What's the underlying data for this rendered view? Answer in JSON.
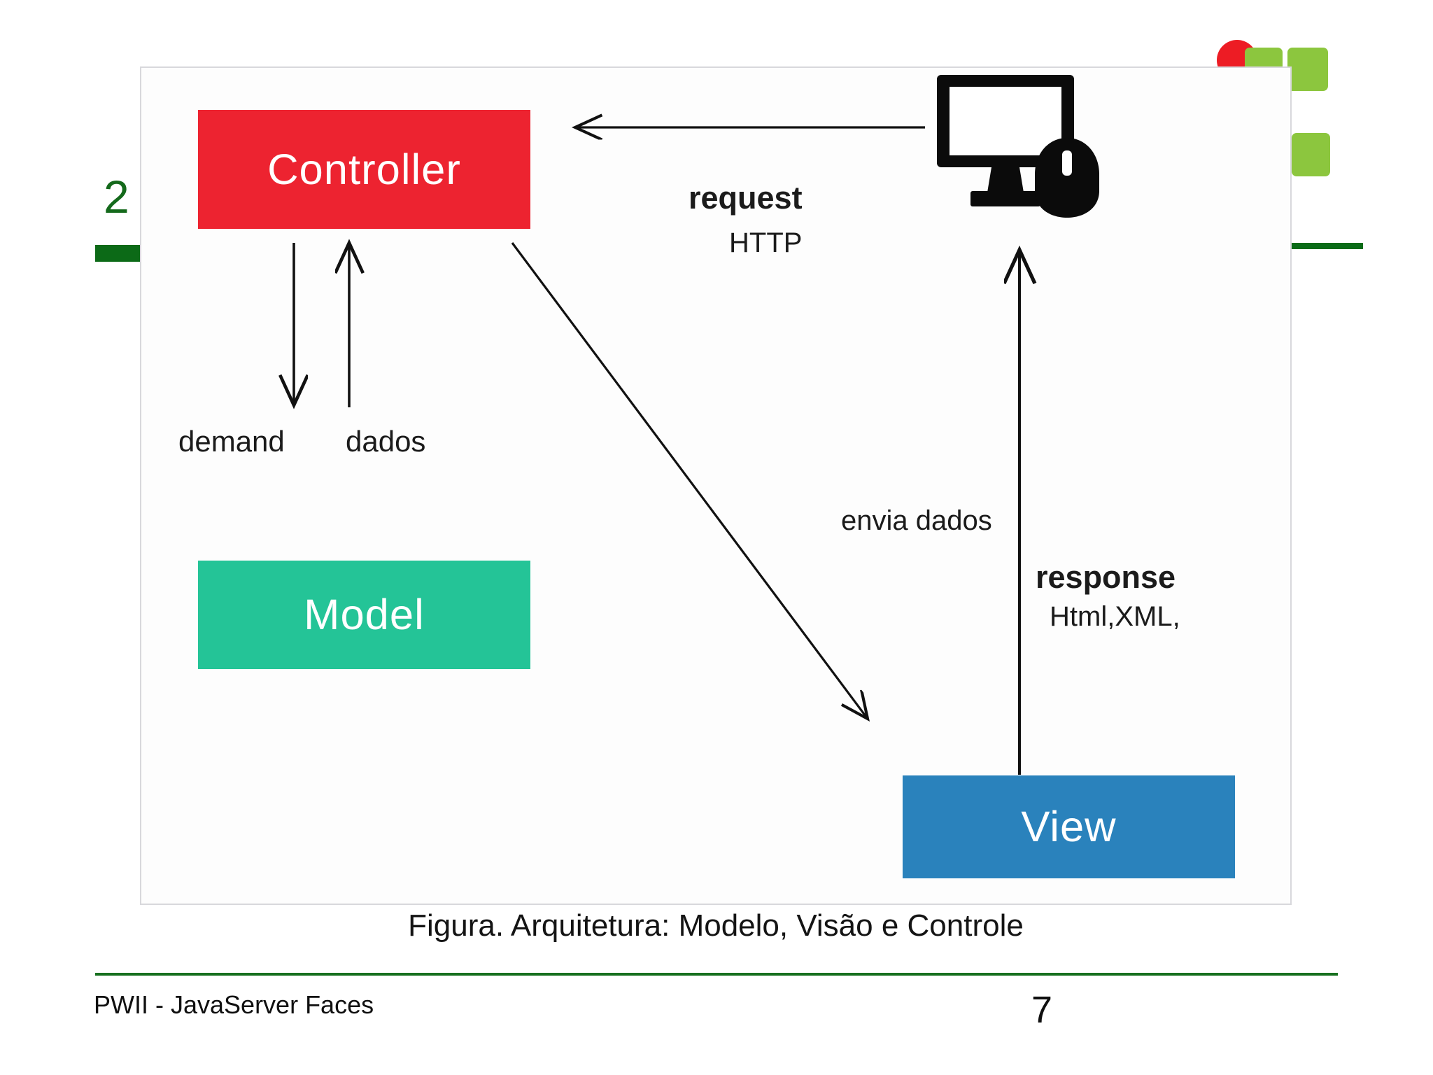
{
  "slide": {
    "number_marker": "2",
    "page_number": "7",
    "footer_text": "PWII - JavaServer Faces",
    "caption": "Figura. Arquitetura: Modelo, Visão e Controle"
  },
  "figure": {
    "boxes": [
      {
        "id": "controller",
        "label": "Controller",
        "color": "#ED2330"
      },
      {
        "id": "model",
        "label": "Model",
        "color": "#24C497"
      },
      {
        "id": "view",
        "label": "View",
        "color": "#2A82BC"
      }
    ],
    "flows": [
      {
        "id": "request",
        "label": "request",
        "sublabel": "HTTP",
        "from": "client",
        "to": "controller"
      },
      {
        "id": "demand",
        "label": "demand",
        "sublabel": "",
        "from": "controller",
        "to": "model"
      },
      {
        "id": "dados",
        "label": "dados",
        "sublabel": "",
        "from": "model",
        "to": "controller"
      },
      {
        "id": "envia",
        "label": "envia dados",
        "sublabel": "",
        "from": "controller",
        "to": "view"
      },
      {
        "id": "response",
        "label": "response",
        "sublabel": "Html,XML,",
        "from": "view",
        "to": "client"
      }
    ],
    "client_icon": "monitor-mouse-icon"
  },
  "decor": {
    "circle_color": "#ED1C24",
    "square_color": "#8CC63E",
    "rule_color": "#0A6B17",
    "accent_green": "#14691B"
  }
}
